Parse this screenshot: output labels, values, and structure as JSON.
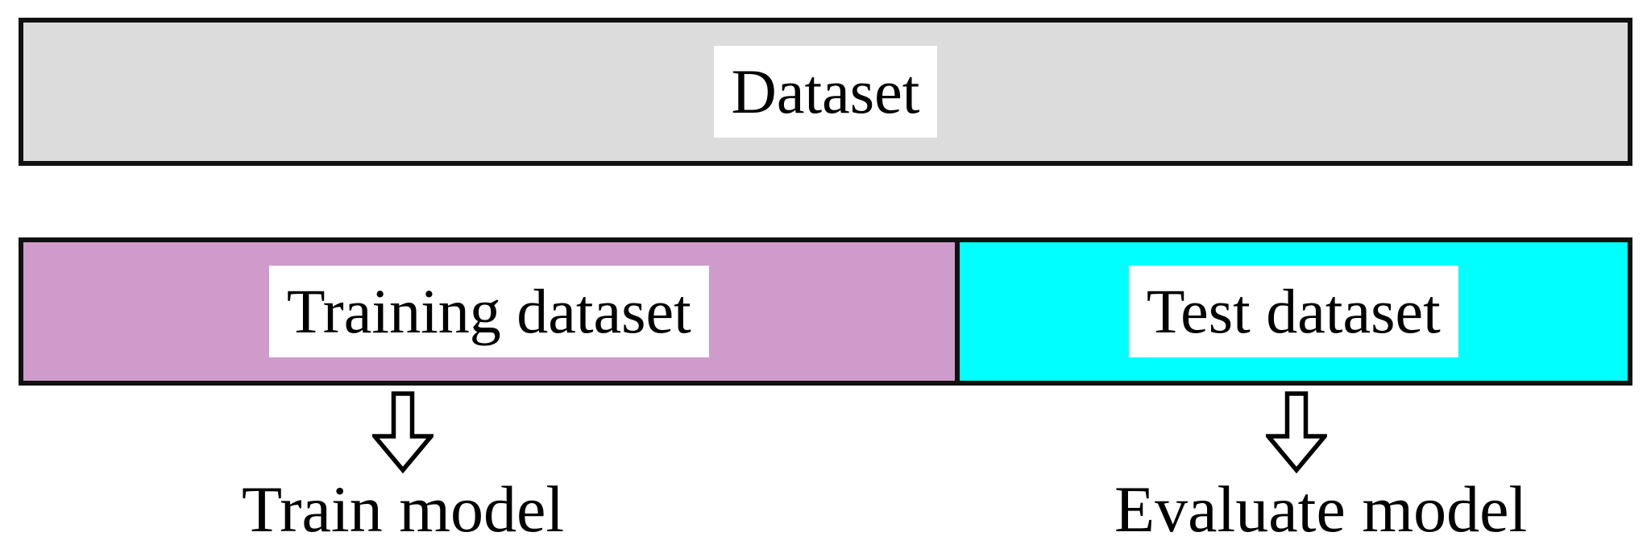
{
  "dataset_bar": {
    "label": "Dataset",
    "fill": "#dcdcdc"
  },
  "split_bar": {
    "training": {
      "label": "Training dataset",
      "fill": "#cf9bcb",
      "width_pct": 58.35
    },
    "test": {
      "label": "Test dataset",
      "fill": "#00ffff"
    }
  },
  "flows": {
    "train": {
      "label": "Train model"
    },
    "evaluate": {
      "label": "Evaluate model"
    }
  },
  "colors": {
    "border": "#111111",
    "label_background": "#ffffff",
    "text": "#000000",
    "page_background": "#ffffff"
  }
}
